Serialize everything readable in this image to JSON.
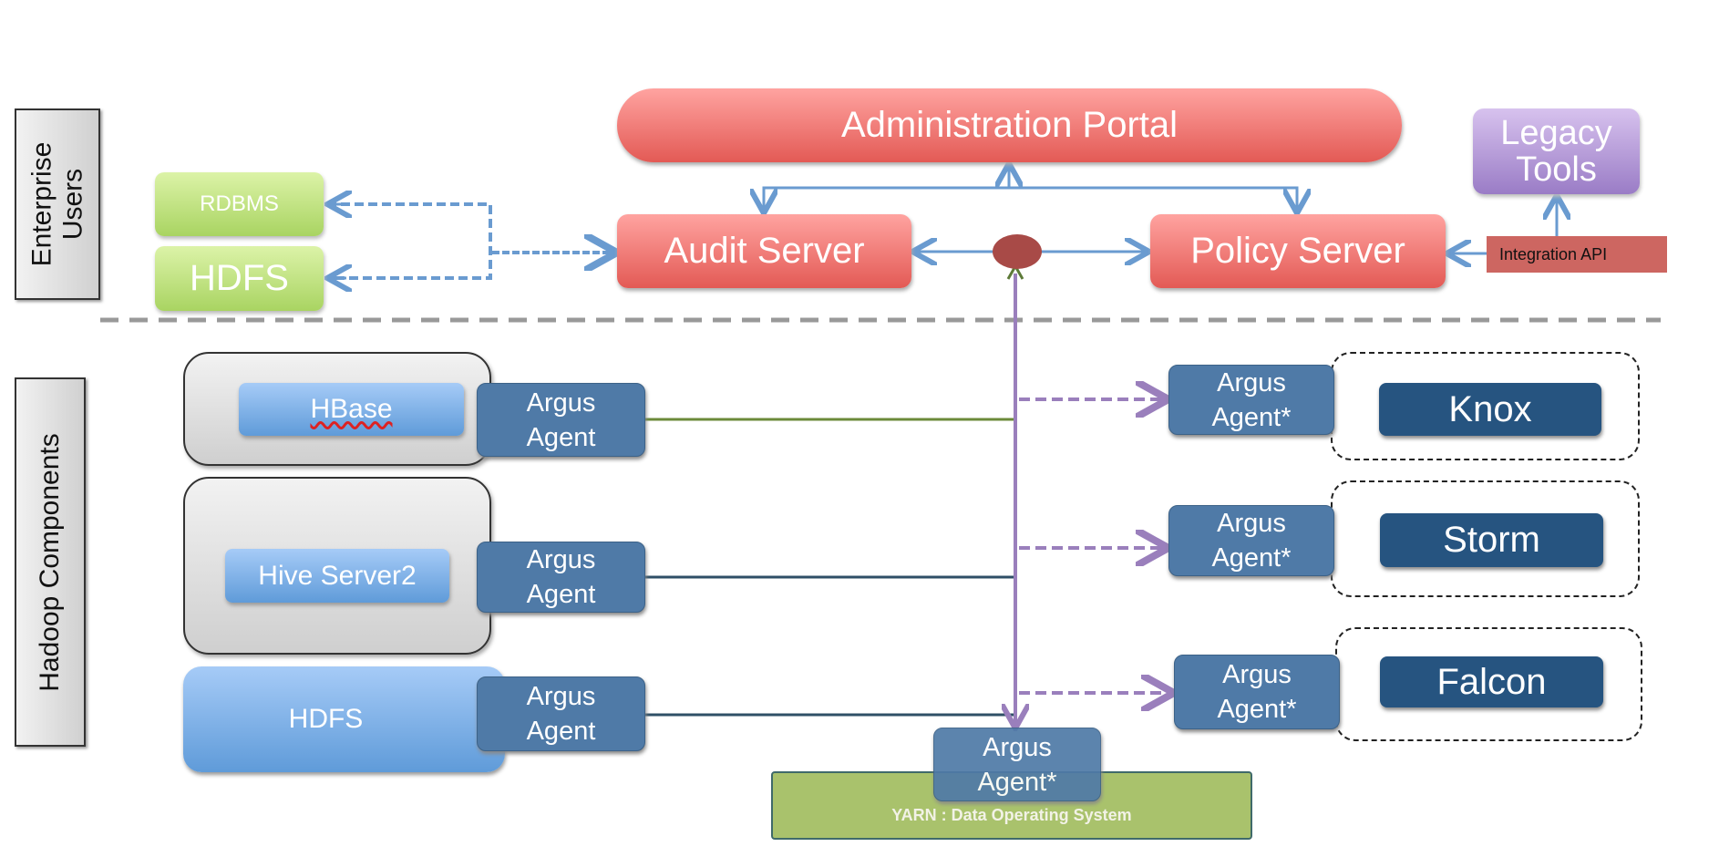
{
  "groups": {
    "enterprise_users": "Enterprise\nUsers",
    "hadoop_components": "Hadoop Components"
  },
  "admin": {
    "portal": "Administration Portal",
    "audit_server": "Audit Server",
    "policy_server": "Policy Server",
    "legacy_tools": "Legacy\nTools",
    "integration_api": "Integration API"
  },
  "audit_stores": {
    "rdbms": "RDBMS",
    "hdfs": "HDFS"
  },
  "components": {
    "hbase": "HBase",
    "hive": "Hive Server2",
    "hdfs": "HDFS",
    "knox": "Knox",
    "storm": "Storm",
    "falcon": "Falcon",
    "yarn": "YARN : Data Operating System"
  },
  "agents": {
    "agent": "Argus\nAgent",
    "agent_star": "Argus\nAgent*"
  },
  "colors": {
    "server_red": "#e35a55",
    "agent_blue": "#4f7aa7",
    "component_dark_blue": "#265480",
    "arrow_blue": "#6a9bd0",
    "arrow_purple": "#9a7fbc",
    "hub_red": "#a84a47",
    "yarn_green": "#a9c26c"
  }
}
